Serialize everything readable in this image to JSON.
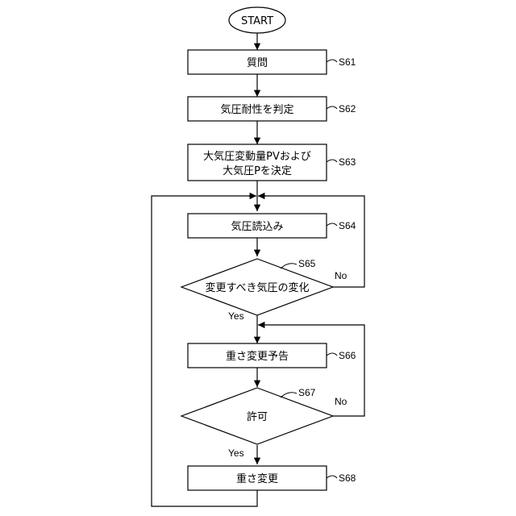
{
  "start": "START",
  "nodes": [
    {
      "id": "s61",
      "type": "process",
      "lines": [
        "質問"
      ],
      "step": "S61"
    },
    {
      "id": "s62",
      "type": "process",
      "lines": [
        "気圧耐性を判定"
      ],
      "step": "S62"
    },
    {
      "id": "s63",
      "type": "process",
      "lines": [
        "大気圧変動量PVおよび",
        "大気圧Pを決定"
      ],
      "step": "S63"
    },
    {
      "id": "s64",
      "type": "process",
      "lines": [
        "気圧読込み"
      ],
      "step": "S64"
    },
    {
      "id": "s65",
      "type": "decision",
      "lines": [
        "変更すべき気圧の変化"
      ],
      "step": "S65",
      "yes": "Yes",
      "no": "No"
    },
    {
      "id": "s66",
      "type": "process",
      "lines": [
        "重さ変更予告"
      ],
      "step": "S66"
    },
    {
      "id": "s67",
      "type": "decision",
      "lines": [
        "許可"
      ],
      "step": "S67",
      "yes": "Yes",
      "no": "No"
    },
    {
      "id": "s68",
      "type": "process",
      "lines": [
        "重さ変更"
      ],
      "step": "S68"
    }
  ]
}
